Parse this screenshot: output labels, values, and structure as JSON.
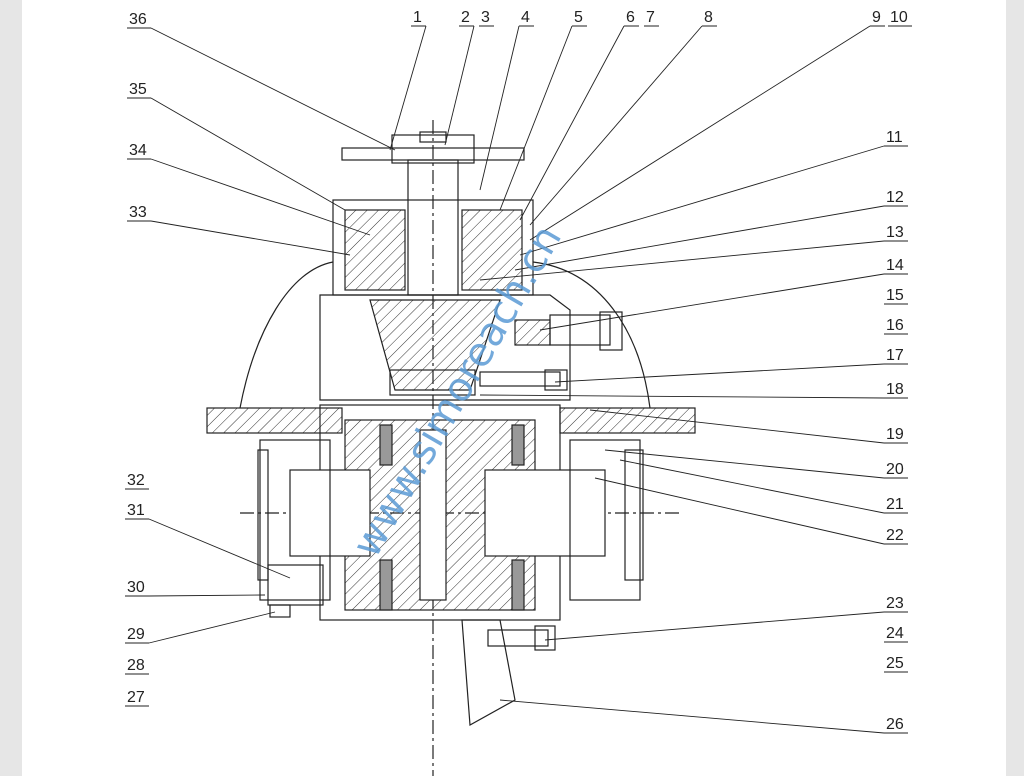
{
  "drawing": {
    "part_labels": [
      "1",
      "2",
      "3",
      "4",
      "5",
      "6",
      "7",
      "8",
      "9",
      "10",
      "11",
      "12",
      "13",
      "14",
      "15",
      "16",
      "17",
      "18",
      "19",
      "20",
      "21",
      "22",
      "23",
      "24",
      "25",
      "26",
      "27",
      "28",
      "29",
      "30",
      "31",
      "32",
      "33",
      "34",
      "35",
      "36"
    ],
    "watermark": "www.simoreach.cn"
  }
}
